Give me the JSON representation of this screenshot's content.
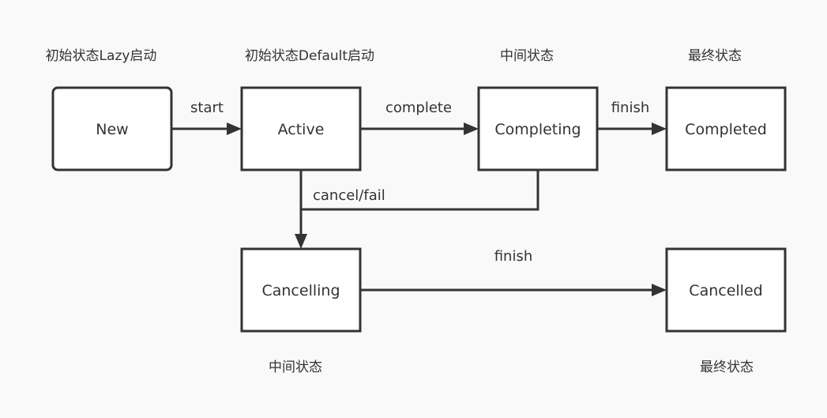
{
  "captions": {
    "new_caption": "初始状态Lazy启动",
    "active_caption": "初始状态Default启动",
    "completing_caption": "中间状态",
    "completed_caption": "最终状态",
    "cancelling_caption": "中间状态",
    "cancelled_caption": "最终状态"
  },
  "states": {
    "new": "New",
    "active": "Active",
    "completing": "Completing",
    "completed": "Completed",
    "cancelling": "Cancelling",
    "cancelled": "Cancelled"
  },
  "transitions": {
    "start": "start",
    "complete": "complete",
    "finish_completed": "finish",
    "cancel_fail": "cancel/fail",
    "finish_cancelled": "finish"
  },
  "colors": {
    "stroke": "#333333",
    "box_fill": "#ffffff",
    "background": "#f9f9f9"
  }
}
